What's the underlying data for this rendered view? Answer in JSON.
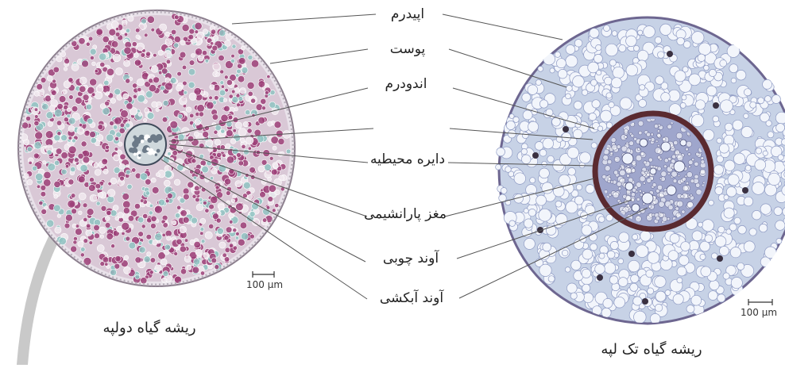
{
  "labels": {
    "epidermis": "اپیدرم",
    "cortex": "پوست",
    "endodermis": "اندودرم",
    "blank": "",
    "pericycle": "دایره محیطیه",
    "pith": "مغز پارانشیمی",
    "xylem": "آوند چوبی",
    "phloem": "آوند آبکشی"
  },
  "scale_bar_left": "100 μm",
  "scale_bar_right": "100 μm",
  "caption_left": "ریشه گیاه دولپه",
  "caption_right": "ریشه گیاه تک لپه",
  "colors": {
    "dicot_background": "#d7c3d2",
    "dicot_cells": "#9c3f78",
    "dicot_teal": "#8fc3c2",
    "monocot_background": "#c7d2e6",
    "monocot_cells": "#f2f5fb",
    "monocot_ring": "#5a2a30",
    "monocot_stele": "#9fa6cc",
    "leader_lines": "#555555"
  }
}
